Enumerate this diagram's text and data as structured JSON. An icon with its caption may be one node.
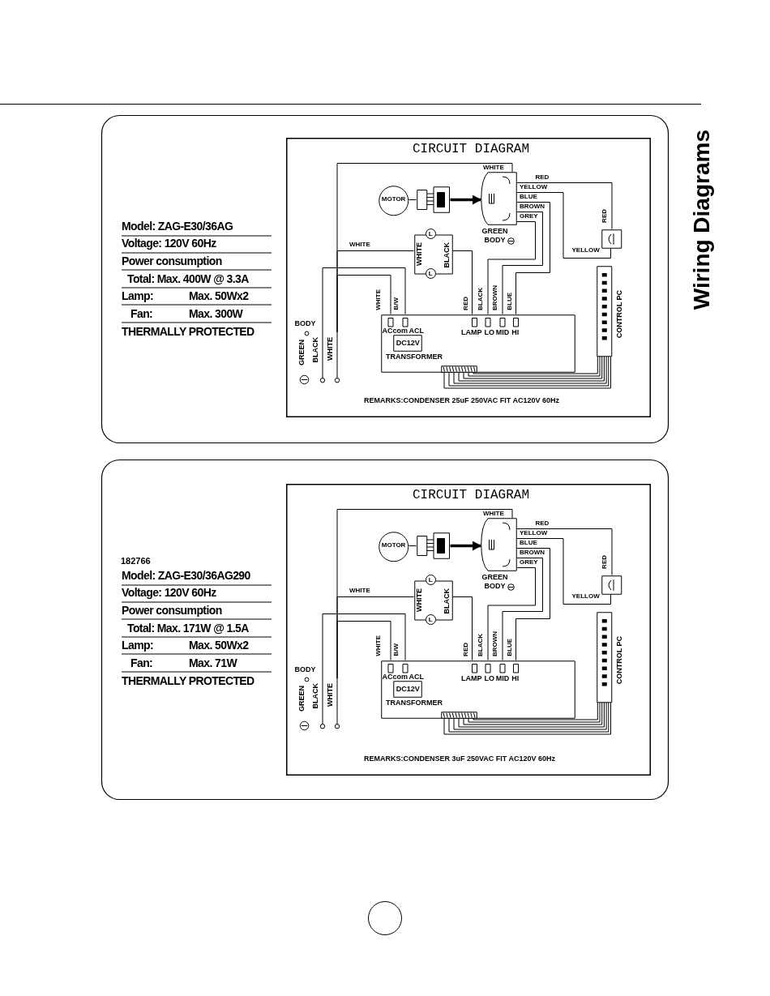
{
  "diagram": {
    "title": "Wiring Diagrams",
    "nodes": [
      {
        "text": [
          "Model: ZAG-E30/36AG",
          "Voltage: 120V 60Hz",
          "Power consumption",
          "Total: Max. 400W @ 3.3A",
          "Lamp:",
          "Max. 50Wx2",
          "Fan:",
          "Max. 300W",
          "THERMALLY PROTECTED"
        ]
      },
      {
        "text": [
          "CIRCUIT DIAGRAM",
          "REMARKS:CONDENSER 25uF 250VAC FIT AC120V 60Hz"
        ],
        "in": 0
      },
      {
        "text": [
          "MOTOR"
        ],
        "in": 1
      },
      {
        "text": [],
        "shape": "picture",
        "in": 1
      },
      {
        "text": [],
        "shape": "box",
        "beside": [
          "GREEN",
          "BODY"
        ],
        "in": 1
      },
      {
        "text": [
          "L",
          "WHITE",
          "BLACK",
          "L"
        ],
        "in": 1
      },
      {
        "text": [],
        "shape": "box",
        "in": 1
      },
      {
        "text": [
          "ACcom",
          "ACL",
          "LAMP",
          "LO",
          "MID",
          "HI"
        ],
        "in": 1
      },
      {
        "text": [
          "DC12V"
        ],
        "beside": [
          "TRANSFORMER"
        ],
        "in": 7
      },
      {
        "text": [],
        "shape": "box",
        "in": 7
      },
      {
        "text": [
          "CONTROL PC"
        ],
        "in": 1
      },
      {
        "text": [
          "GREEN"
        ],
        "beside": [
          "BODY"
        ],
        "in": 1
      },
      {
        "text": [
          "BLACK"
        ],
        "in": 1
      },
      {
        "text": [
          "WHITE"
        ],
        "in": 1
      },
      {
        "text": [
          "Model: ZAG-E30/36AG290",
          "Voltage: 120V 60Hz",
          "Power consumption",
          "Total: Max. 171W @ 1.5A",
          "Lamp:",
          "Max. 50Wx2",
          "Fan:",
          "Max. 71W",
          "THERMALLY PROTECTED"
        ]
      },
      {
        "text": [
          "CIRCUIT DIAGRAM",
          "REMARKS:CONDENSER 3uF 250VAC FIT AC120V 60Hz"
        ],
        "in": 14
      },
      {
        "text": [
          "MOTOR"
        ],
        "in": 15
      },
      {
        "text": [],
        "shape": "picture",
        "in": 15
      },
      {
        "text": [],
        "shape": "box",
        "beside": [
          "GREEN",
          "BODY"
        ],
        "in": 15
      },
      {
        "text": [
          "L",
          "WHITE",
          "BLACK",
          "L"
        ],
        "in": 15
      },
      {
        "text": [],
        "shape": "box",
        "in": 15
      },
      {
        "text": [
          "ACcom",
          "ACL",
          "LAMP",
          "LO",
          "MID",
          "HI"
        ],
        "in": 15
      },
      {
        "text": [
          "DC12V"
        ],
        "beside": [
          "TRANSFORMER"
        ],
        "in": 21
      },
      {
        "text": [],
        "shape": "box",
        "in": 21
      },
      {
        "text": [
          "CONTROL PC"
        ],
        "in": 15
      },
      {
        "text": [
          "GREEN"
        ],
        "beside": [
          "BODY"
        ],
        "in": 15
      },
      {
        "text": [
          "BLACK"
        ],
        "in": 15
      },
      {
        "text": [
          "WHITE"
        ],
        "in": 15
      },
      {
        "text": [],
        "shape": "circle"
      }
    ],
    "edges": [
      {
        "from": 13,
        "to": 4,
        "arrow": "none",
        "label": "WHITE"
      },
      {
        "from": 13,
        "to": 5,
        "arrow": "none",
        "label": "WHITE"
      },
      {
        "from": 13,
        "to": 7,
        "arrow": "none",
        "label": "WHITE"
      },
      {
        "from": 12,
        "to": 7,
        "arrow": "none",
        "label": "B/W"
      },
      {
        "from": 5,
        "to": 7,
        "arrow": "none"
      },
      {
        "from": 4,
        "to": 6,
        "arrow": "none",
        "label": "RED"
      },
      {
        "from": 4,
        "to": 6,
        "arrow": "none",
        "label": "YELLOW"
      },
      {
        "from": 4,
        "to": 7,
        "arrow": "none",
        "label": "BLUE"
      },
      {
        "from": 4,
        "to": 7,
        "arrow": "none",
        "label": "BROWN"
      },
      {
        "from": 4,
        "to": 7,
        "arrow": "none",
        "label": "GREY"
      },
      {
        "from": 2,
        "to": 3,
        "arrow": "none"
      },
      {
        "from": 3,
        "to": 4,
        "arrow": "to",
        "style": "thick"
      },
      {
        "from": 9,
        "to": 10,
        "arrow": "none"
      },
      {
        "from": 27,
        "to": 18,
        "arrow": "none",
        "label": "WHITE"
      },
      {
        "from": 27,
        "to": 19,
        "arrow": "none",
        "label": "WHITE"
      },
      {
        "from": 27,
        "to": 21,
        "arrow": "none",
        "label": "WHITE"
      },
      {
        "from": 26,
        "to": 21,
        "arrow": "none",
        "label": "B/W"
      },
      {
        "from": 19,
        "to": 21,
        "arrow": "none"
      },
      {
        "from": 18,
        "to": 20,
        "arrow": "none",
        "label": "RED"
      },
      {
        "from": 18,
        "to": 20,
        "arrow": "none",
        "label": "YELLOW"
      },
      {
        "from": 18,
        "to": 21,
        "arrow": "none",
        "label": "BLUE"
      },
      {
        "from": 18,
        "to": 21,
        "arrow": "none",
        "label": "BROWN"
      },
      {
        "from": 18,
        "to": 21,
        "arrow": "none",
        "label": "GREY"
      },
      {
        "from": 16,
        "to": 17,
        "arrow": "none"
      },
      {
        "from": 17,
        "to": 18,
        "arrow": "to",
        "style": "thick"
      },
      {
        "from": 23,
        "to": 24,
        "arrow": "none"
      }
    ],
    "labels": [
      "RED",
      "BLACK",
      "BROWN",
      "BLUE",
      "RED",
      "YELLOW",
      "182766",
      "RED",
      "BLACK",
      "BROWN",
      "BLUE",
      "RED",
      "YELLOW"
    ]
  }
}
